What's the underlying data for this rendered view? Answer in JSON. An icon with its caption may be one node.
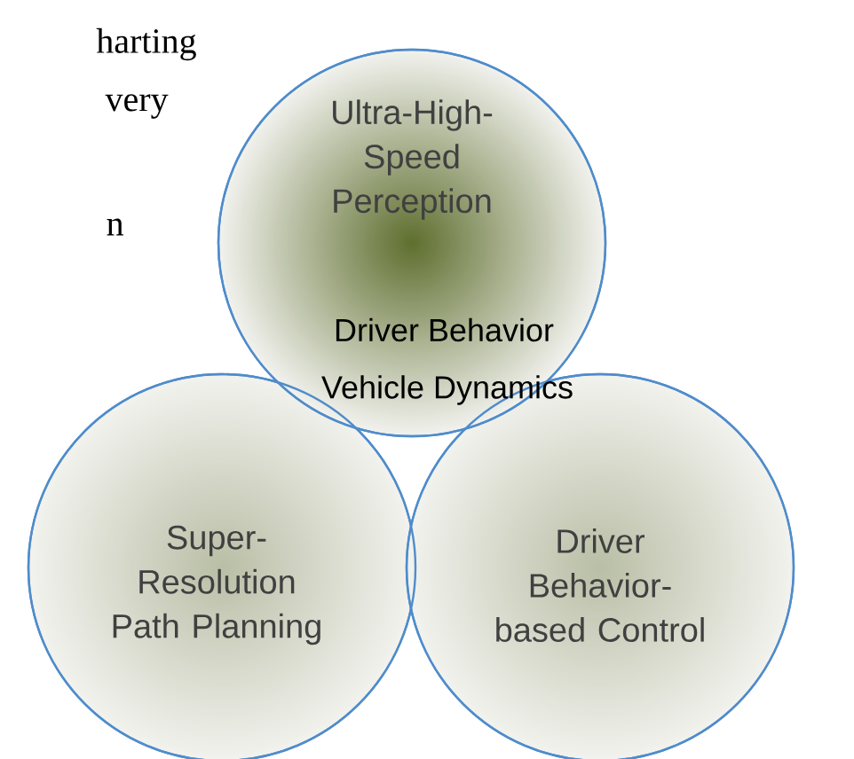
{
  "diagram": {
    "nodes": [
      {
        "text": [
          "Ultra-High-Speed Perception"
        ]
      },
      {
        "text": [
          "Super-Resolution Path Planning"
        ]
      },
      {
        "text": [
          "Driver Behavior-based Control"
        ]
      }
    ],
    "labels": [
      "harting",
      "very",
      "n",
      "Driver Behavior",
      "Vehicle Dynamics"
    ]
  }
}
